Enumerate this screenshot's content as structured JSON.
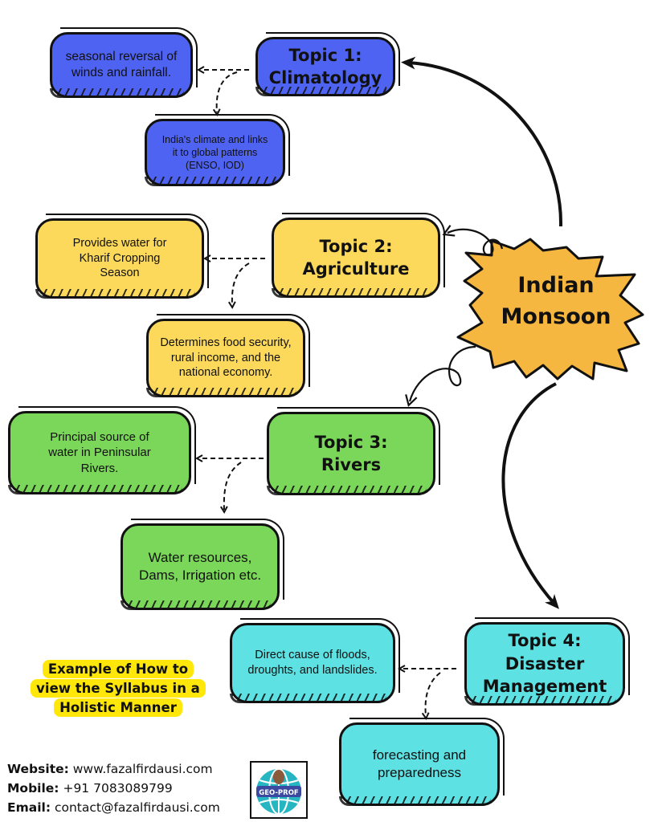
{
  "center": {
    "label_line1": "Indian",
    "label_line2": "Monsoon",
    "color": "#f6b740"
  },
  "topics": [
    {
      "title_line1": "Topic 1:",
      "title_line2": "Climatology",
      "title_line3": "",
      "color": "#4f63f2",
      "details": [
        "seasonal reversal of winds and rainfall.",
        "India's climate and links it to global patterns (ENSO, IOD)"
      ]
    },
    {
      "title_line1": "Topic 2:",
      "title_line2": "Agriculture",
      "title_line3": "",
      "color": "#fcd95a",
      "details": [
        "Provides water for Kharif Cropping Season",
        "Determines food security, rural income, and the national economy."
      ]
    },
    {
      "title_line1": "Topic 3:",
      "title_line2": "Rivers",
      "title_line3": "",
      "color": "#7bd75a",
      "details": [
        "Principal source of water in Peninsular Rivers.",
        "Water resources, Dams, Irrigation etc."
      ]
    },
    {
      "title_line1": "Topic 4:",
      "title_line2": "Disaster",
      "title_line3": "Management",
      "color": "#5de1e3",
      "details": [
        "Direct cause of floods, droughts, and landslides.",
        "forecasting and preparedness"
      ]
    }
  ],
  "callout": {
    "line1": "Example of How to",
    "line2": "view the Syllabus in a",
    "line3": "Holistic Manner",
    "highlight_color": "#ffe70a"
  },
  "contact": {
    "website_label": "Website:",
    "website": "www.fazalfirdausi.com",
    "mobile_label": "Mobile:",
    "mobile": "+91 7083089799",
    "email_label": "Email:",
    "email": "contact@fazalfirdausi.com"
  },
  "logo": {
    "text": "GEO-PROF",
    "icon": "globe-icon"
  }
}
